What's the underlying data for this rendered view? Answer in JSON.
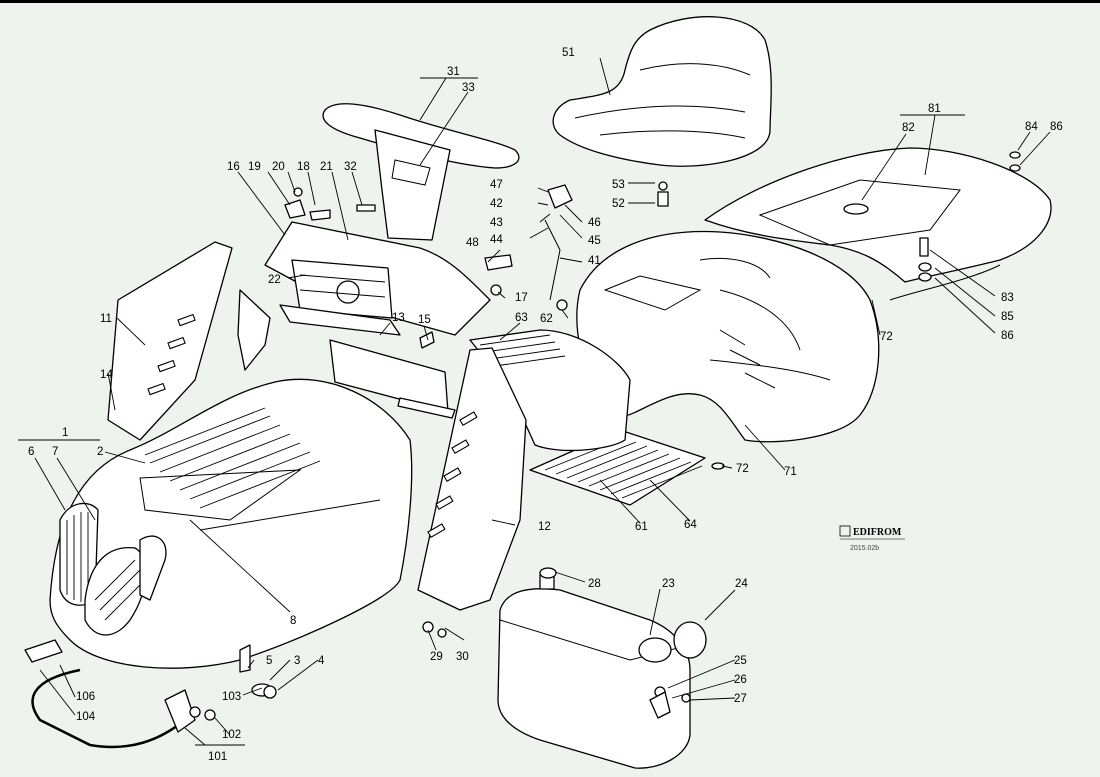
{
  "colors": {
    "background": "#eef3ee",
    "line": "#000000",
    "part_fill": "#ffffff"
  },
  "labels": {
    "l1": "1",
    "l2": "2",
    "l3": "3",
    "l4": "4",
    "l5": "5",
    "l6": "6",
    "l7": "7",
    "l8": "8",
    "l11": "11",
    "l12": "12",
    "l13": "13",
    "l14": "14",
    "l15": "15",
    "l16": "16",
    "l17": "17",
    "l18": "18",
    "l19": "19",
    "l20": "20",
    "l21": "21",
    "l22": "22",
    "l23": "23",
    "l24": "24",
    "l25": "25",
    "l26": "26",
    "l27": "27",
    "l28": "28",
    "l29": "29",
    "l30": "30",
    "l31": "31",
    "l32": "32",
    "l33": "33",
    "l41": "41",
    "l42": "42",
    "l43": "43",
    "l44": "44",
    "l45": "45",
    "l46": "46",
    "l47": "47",
    "l48": "48",
    "l51": "51",
    "l52": "52",
    "l53": "53",
    "l61": "61",
    "l62": "62",
    "l63": "63",
    "l64": "64",
    "l71": "71",
    "l72a": "72",
    "l72b": "72",
    "l81": "81",
    "l82": "82",
    "l83": "83",
    "l84": "84",
    "l85": "85",
    "l86a": "86",
    "l86b": "86",
    "l101": "101",
    "l102": "102",
    "l103": "103",
    "l104": "104",
    "l106": "106"
  },
  "logo": {
    "name": "EDIFROM",
    "code": "2015.02b"
  }
}
